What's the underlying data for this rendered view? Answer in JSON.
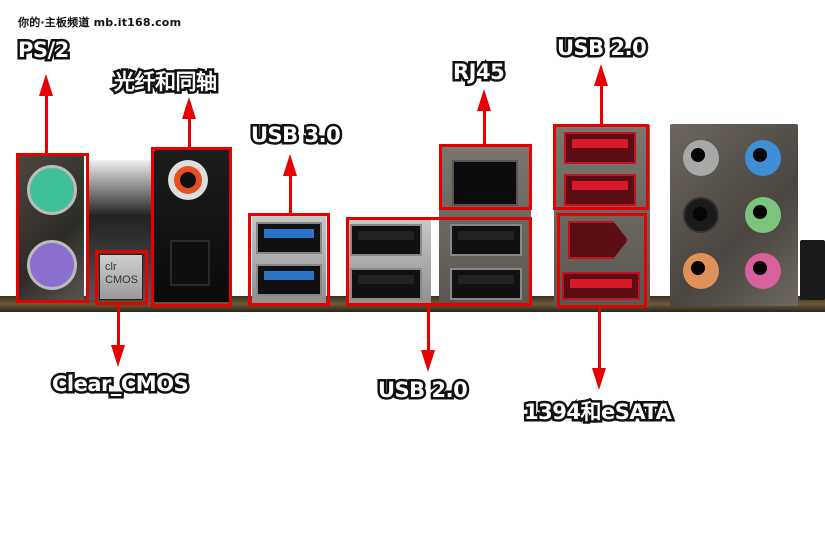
{
  "watermark": "你的·主板频道 mb.it168.com",
  "labels": {
    "ps2": "PS/2",
    "coax_optical": "光纤和同轴",
    "usb3": "USB 3.0",
    "rj45": "RJ45",
    "usb2_top": "USB 2.0",
    "clear_cmos": "Clear_CMOS",
    "usb2_bottom": "USB 2.0",
    "firewire_esata": "1394和eSATA"
  },
  "clr_button": {
    "line1": "clr",
    "line2": "CMOS"
  },
  "colors": {
    "highlight": "#e60000",
    "ps2_keyboard": "#3fbf9a",
    "ps2_mouse": "#8a6fcf",
    "usb3_tongue": "#2a74c8",
    "red_port": "#d91a2a",
    "audio_gray": "#a8a8a8",
    "audio_blue": "#3f8fd6",
    "audio_black": "#1a1a1a",
    "audio_green": "#7dc47d",
    "audio_orange": "#e0915a",
    "audio_pink": "#d9609a"
  }
}
